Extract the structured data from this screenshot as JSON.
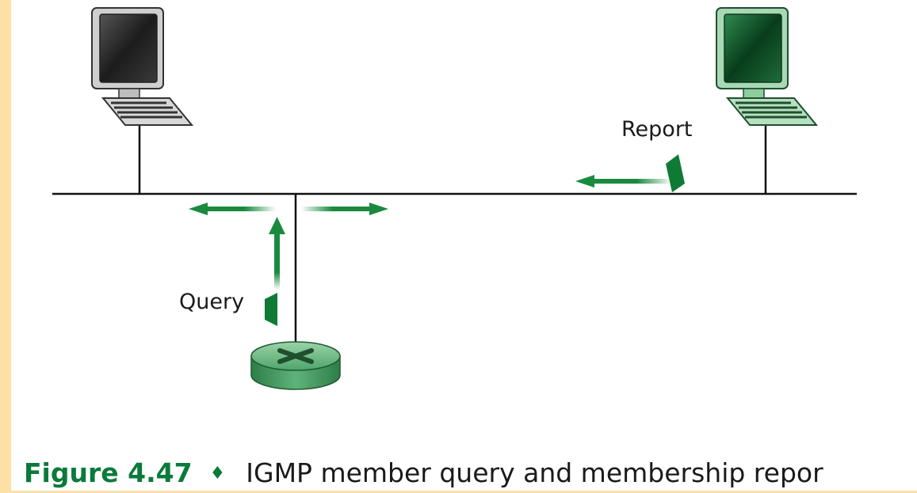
{
  "diagram": {
    "labels": {
      "report": "Report",
      "query": "Query"
    },
    "nodes": [
      {
        "id": "host-left",
        "icon": "desktop-computer-icon",
        "screen_color": "#2b2b2b"
      },
      {
        "id": "host-right",
        "icon": "desktop-computer-icon",
        "screen_color": "#0e5a2a"
      },
      {
        "id": "router",
        "icon": "router-icon"
      }
    ],
    "messages": [
      {
        "name": "query",
        "from": "router",
        "to": "lan-broadcast"
      },
      {
        "name": "report",
        "from": "host-right",
        "to": "lan"
      }
    ],
    "colors": {
      "arrow": "#1a8a3e",
      "envelope": "#0f7a36",
      "line": "#111111",
      "router": "#5fb37a"
    }
  },
  "caption": {
    "figure_number": "Figure 4.47",
    "separator": "♦",
    "text": "IGMP member query and membership repor"
  }
}
